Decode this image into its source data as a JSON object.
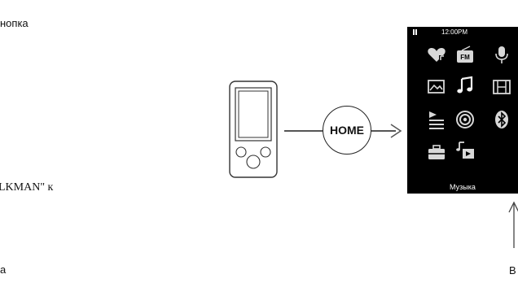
{
  "text": {
    "t1": "нопка",
    "t2": "LKMAN\" к",
    "t3": "a",
    "t4": "B"
  },
  "home_button": {
    "label": "HOME"
  },
  "screen": {
    "clock": "12:00PM",
    "selected_item_label": "Музыка",
    "icons": [
      "favorites-heart-icon",
      "fm-radio-icon",
      "microphone-icon",
      "photo-icon",
      "music-note-icon",
      "video-film-icon",
      "playlist-icon",
      "podcast-icon",
      "bluetooth-icon",
      "settings-toolbox-icon",
      "music-video-icon"
    ]
  },
  "colors": {
    "screen_bg": "#000000",
    "icon_fg": "#d8d8d8",
    "line": "#555555"
  }
}
